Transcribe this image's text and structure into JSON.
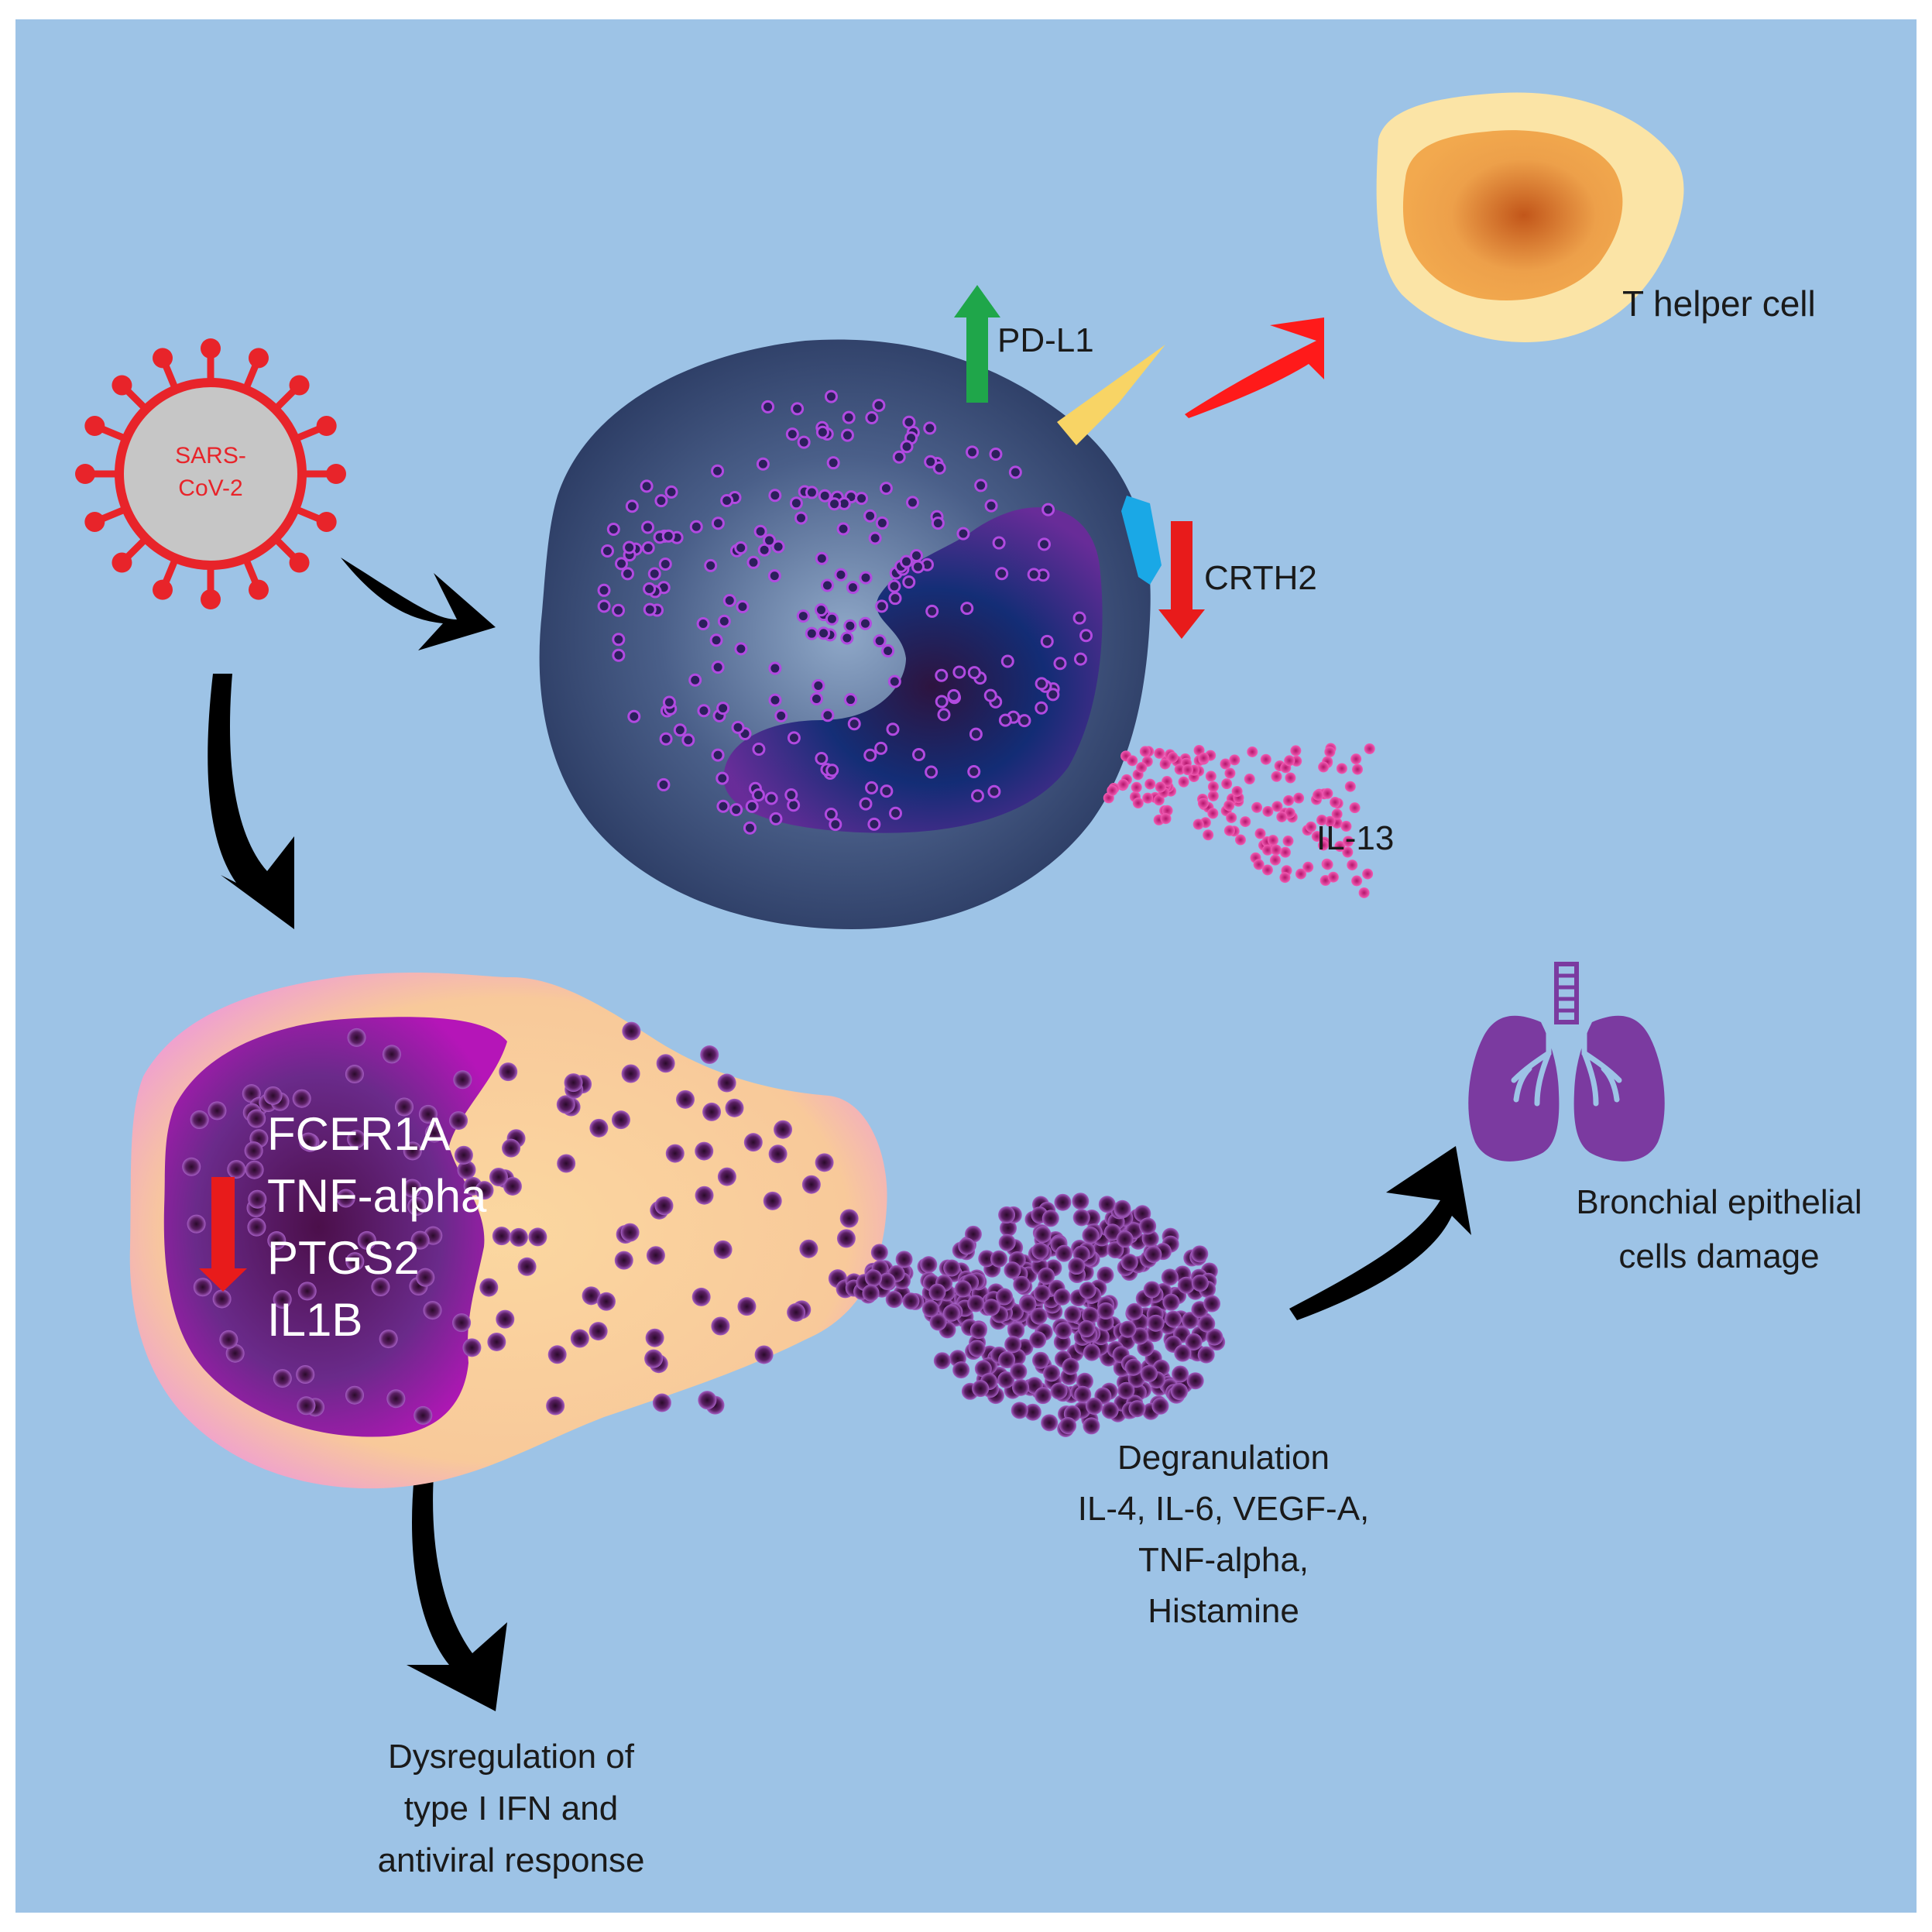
{
  "virus": {
    "label_line1": "SARS-",
    "label_line2": "CoV-2"
  },
  "basophil_markers": {
    "upregulated": "PD-L1",
    "downregulated": "CRTH2",
    "secreted": "IL-13"
  },
  "t_helper": {
    "label": "T helper cell"
  },
  "mast_cell": {
    "genes": [
      "FCER1A",
      "TNF-alpha",
      "PTGS2",
      "IL1B"
    ]
  },
  "degranulation": {
    "lines": [
      "Degranulation",
      "IL-4, IL-6, VEGF-A,",
      "TNF-alpha,",
      "Histamine"
    ]
  },
  "lung": {
    "lines": [
      "Bronchial epithelial",
      "cells damage"
    ]
  },
  "ifn": {
    "lines": [
      "Dysregulation of",
      "type I IFN and",
      "antiviral response"
    ]
  },
  "colors": {
    "background": "#9dc3e6",
    "up_arrow": "#1fa64a",
    "down_arrow": "#e81b1b",
    "flow_arrow": "#000000",
    "virus": "#e8242a",
    "il13_dots": "#e8399a",
    "lung": "#7b3aa0"
  },
  "icons": [
    "virus-icon",
    "lung-icon",
    "up-arrow-icon",
    "down-arrow-icon",
    "curved-arrow-icon"
  ]
}
